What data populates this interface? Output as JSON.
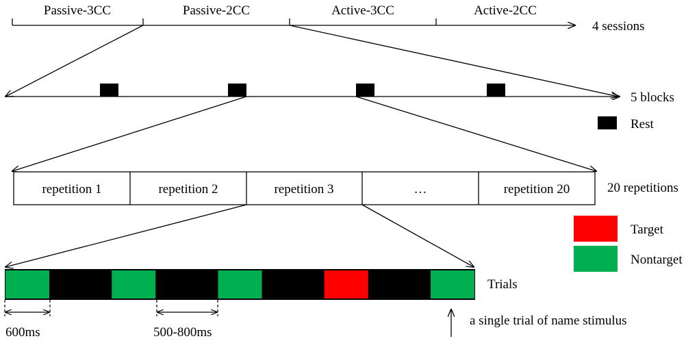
{
  "sessions": {
    "items": [
      "Passive-3CC",
      "Passive-2CC",
      "Active-3CC",
      "Active-2CC"
    ],
    "label": "4 sessions"
  },
  "blocks": {
    "label": "5 blocks",
    "rest_count": 4
  },
  "legend": {
    "rest": "Rest",
    "target": "Target",
    "nontarget": "Nontarget"
  },
  "repetitions": {
    "cells": [
      "repetition 1",
      "repetition 2",
      "repetition 3",
      "…",
      "repetition 20"
    ],
    "label": "20 repetitions"
  },
  "trials": {
    "label": "Trials",
    "sequence": [
      "nontarget",
      "gap",
      "nontarget",
      "gap",
      "nontarget",
      "gap",
      "target",
      "gap",
      "nontarget"
    ],
    "interval_1": "600ms",
    "interval_2": "500-800ms",
    "single_trial_note": "a single trial of name stimulus"
  },
  "colors": {
    "target": "#ff0000",
    "nontarget": "#00b050",
    "rest": "#000000",
    "gap": "#000000"
  }
}
